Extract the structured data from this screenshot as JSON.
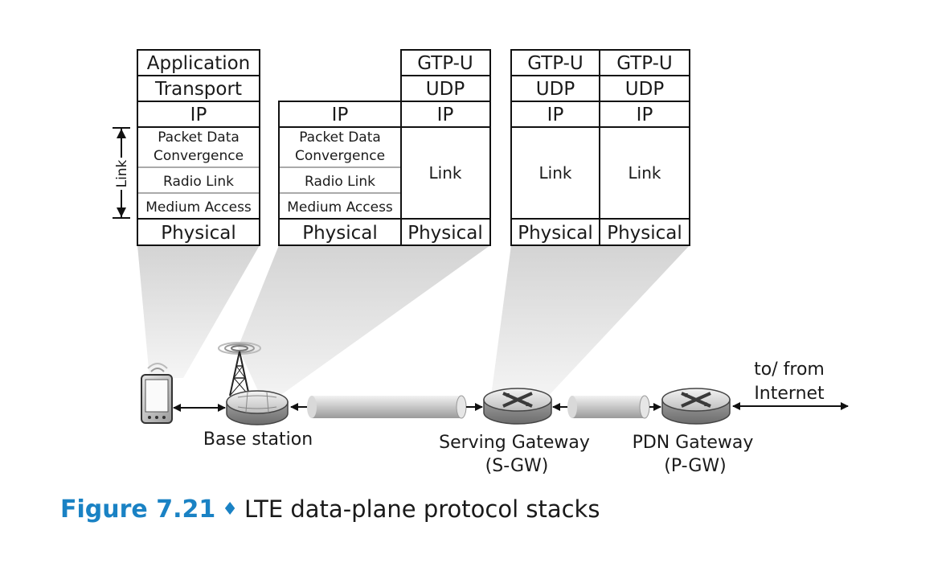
{
  "stacks": {
    "ue": {
      "application": "Application",
      "transport": "Transport",
      "ip": "IP",
      "pdc_line1": "Packet Data",
      "pdc_line2": "Convergence",
      "radio_link": "Radio Link",
      "medium_access": "Medium Access",
      "physical": "Physical",
      "link_bracket": "Link"
    },
    "base_station": {
      "radio_ip": "IP",
      "pdc_line1": "Packet Data",
      "pdc_line2": "Convergence",
      "radio_link": "Radio Link",
      "medium_access": "Medium Access",
      "radio_physical": "Physical",
      "gtpu": "GTP-U",
      "udp": "UDP",
      "core_ip": "IP",
      "link": "Link",
      "core_physical": "Physical"
    },
    "sgw": {
      "left": {
        "gtpu": "GTP-U",
        "udp": "UDP",
        "ip": "IP",
        "link": "Link",
        "physical": "Physical"
      },
      "right": {
        "gtpu": "GTP-U",
        "udp": "UDP",
        "ip": "IP",
        "link": "Link",
        "physical": "Physical"
      }
    }
  },
  "network": {
    "base_station_label": "Base station",
    "sgw_label_line1": "Serving Gateway",
    "sgw_label_line2": "(S-GW)",
    "pgw_label_line1": "PDN Gateway",
    "pgw_label_line2": "(P-GW)",
    "internet_line1": "to/ from",
    "internet_line2": "Internet"
  },
  "caption": {
    "figure": "Figure 7.21",
    "text": "LTE data-plane protocol stacks"
  }
}
